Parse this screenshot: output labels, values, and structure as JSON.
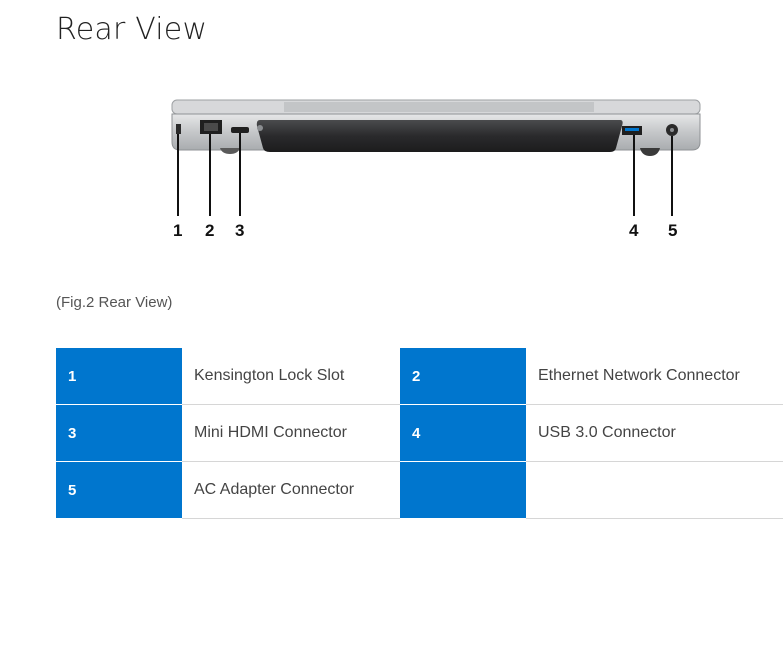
{
  "page": {
    "title": "Rear View"
  },
  "figure": {
    "callouts": [
      {
        "number": "1"
      },
      {
        "number": "2"
      },
      {
        "number": "3"
      },
      {
        "number": "4"
      },
      {
        "number": "5"
      }
    ],
    "caption": "(Fig.2 Rear View)"
  },
  "legend": {
    "rows": [
      [
        {
          "number": "1",
          "label": "Kensington Lock Slot"
        },
        {
          "number": "2",
          "label": "Ethernet Network Connector"
        }
      ],
      [
        {
          "number": "3",
          "label": "Mini HDMI Connector"
        },
        {
          "number": "4",
          "label": "USB 3.0 Connector"
        }
      ],
      [
        {
          "number": "5",
          "label": "AC Adapter Connector"
        },
        {
          "number": "",
          "label": ""
        }
      ]
    ]
  },
  "colors": {
    "accent": "#0076ce",
    "chassis": "#c9cbcd",
    "battery": "#2f2f31"
  }
}
